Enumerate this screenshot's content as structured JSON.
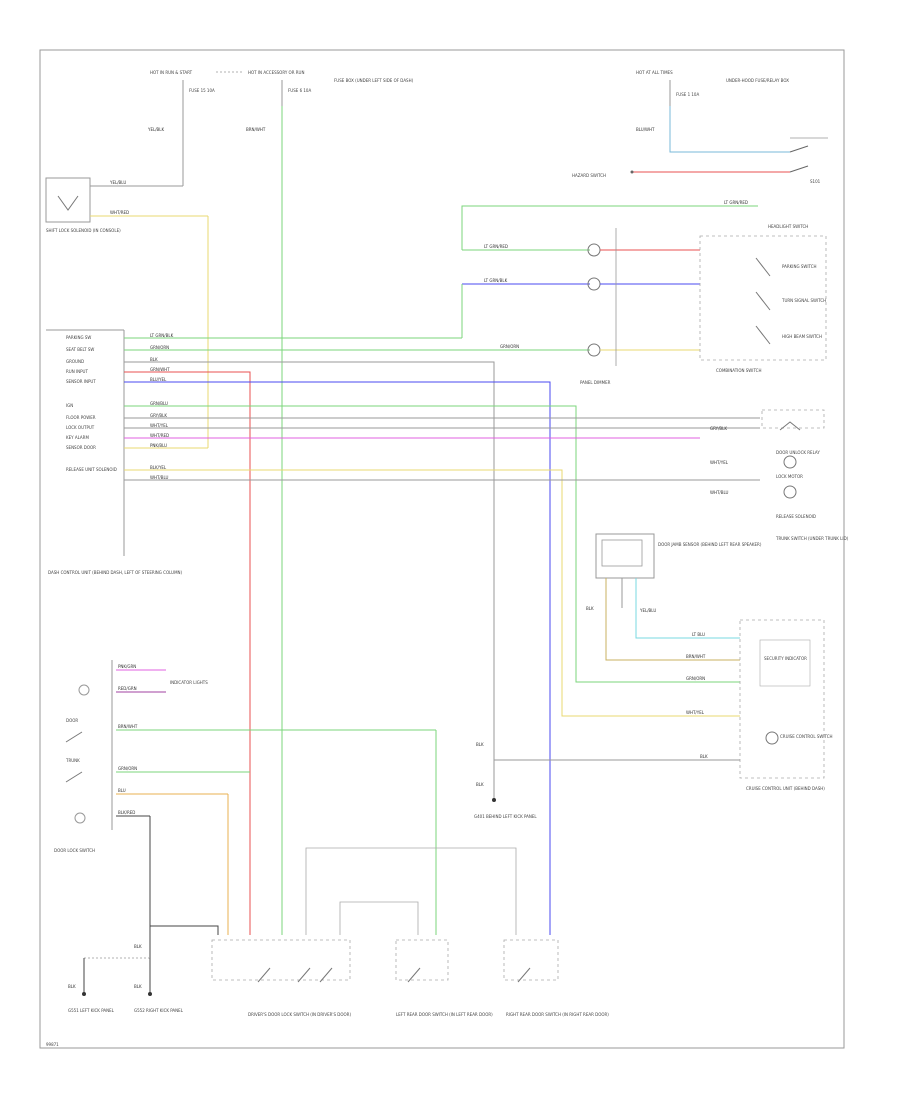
{
  "diagram": {
    "footer_ref": "99871",
    "fuse_block": {
      "hot_run_start": "HOT IN RUN & START",
      "hot_accessory_run": "HOT IN ACCESSORY OR RUN",
      "fuse_a": "FUSE 15 10A",
      "fuse_b": "FUSE 6 10A",
      "fuse_box_label": "FUSE BOX (UNDER LEFT SIDE OF DASH)",
      "wire_a": "YEL/BLK",
      "wire_b": "BRN/WHT"
    },
    "top_right": {
      "hot_at_all_times": "HOT AT ALL TIMES",
      "fuse": "FUSE 1 10A",
      "under_hood_box": "UNDER-HOOD FUSE/RELAY BOX",
      "wire": "BLU/WHT",
      "hazard_switch": "HAZARD SWITCH",
      "s_label": "S101"
    },
    "interlock": {
      "label": "SHIFT LOCK SOLENOID (IN CONSOLE)",
      "wire_top": "YEL/BLU",
      "wire_bot": "WHT/RED"
    },
    "combo_switch": {
      "title": "COMBINATION SWITCH",
      "items": [
        "PARKING SWITCH",
        "TURN SIGNAL SWITCH",
        "HIGH BEAM SWITCH"
      ],
      "wires": [
        "LT GRN/RED",
        "LT GRN/BLK",
        "GRN/ORN"
      ],
      "right_wire": "LT GRN/RED",
      "right_label": "HEADLIGHT SWITCH",
      "panel_label": "PANEL DIMMER"
    },
    "ecm": {
      "label": "DASH CONTROL UNIT (BEHIND DASH, LEFT OF STEERING COLUMN)",
      "rows": [
        {
          "label": "PARKING SW",
          "wire": "LT GRN/BLK"
        },
        {
          "label": "SEAT BELT SW",
          "wire": "GRN/ORN"
        },
        {
          "label": "GROUND",
          "wire": "BLK"
        },
        {
          "label": "RUN INPUT",
          "wire": "GRN/WHT"
        },
        {
          "label": "SENSOR INPUT",
          "wire": "BLU/YEL"
        },
        {
          "label": "IGN",
          "wire": "GRN/BLU"
        },
        {
          "label": "FLOOR POWER",
          "wire": "GRY/BLK"
        },
        {
          "label": "LOCK OUTPUT",
          "wire": "WHT/YEL"
        },
        {
          "label": "KEY ALARM",
          "wire": "WHT/RED"
        },
        {
          "label": "SENSOR DOOR",
          "wire": "PNK/BLU"
        },
        {
          "label": "RELEASE UNIT SOLENOID",
          "wire": "BLK/YEL"
        },
        {
          "label": "",
          "wire": "WHT/BLU"
        }
      ]
    },
    "right_side": {
      "door_unlock_label": "DOOR UNLOCK RELAY",
      "door_unlock_wire": "GRY/BLK",
      "trunk_wire": "WHT/YEL",
      "lock_motor_label": "LOCK MOTOR",
      "release_wire": "WHT/BLU",
      "release_label": "RELEASE SOLENOID",
      "trunk_switch_label": "TRUNK SWITCH (UNDER TRUNK LID)",
      "sensor_label": "DOOR JAMB SENSOR (BEHIND LEFT REAR SPEAKER)",
      "sensor_wires": [
        "YEL/BLU",
        "BRN/WHT",
        "BLK"
      ],
      "cruise_title": "CRUISE CONTROL SWITCH",
      "cruise_box_label": "CRUISE CONTROL UNIT (BEHIND DASH)",
      "cruise_wires": [
        "LT BLU",
        "BRN/WHT",
        "GRN/ORN",
        "WHT/YEL",
        "BLK"
      ],
      "cruise_inner": "SECURITY INDICATOR",
      "ground_label": "G401 BEHIND LEFT KICK PANEL",
      "blk_labels": [
        "BLK",
        "BLK"
      ]
    },
    "left_bottom": {
      "indicator_wires": [
        "PNK/GRN",
        "RED/GRN"
      ],
      "indicator_label": "INDICATOR LIGHTS",
      "wire_labels": [
        "BRN/WHT",
        "GRN/ORN",
        "BLU",
        "BLK/RED"
      ],
      "switch_labels": [
        "DOOR",
        "TRUNK"
      ],
      "bottom_label": "DOOR LOCK SWITCH",
      "blk_label": "BLK",
      "grounds": [
        {
          "wire": "BLK",
          "label": "G551 LEFT KICK PANEL"
        },
        {
          "wire": "BLK",
          "label": "G552 RIGHT KICK PANEL"
        }
      ]
    },
    "bottom_switches": [
      {
        "label": "DRIVER'S DOOR LOCK SWITCH (IN DRIVER'S DOOR)"
      },
      {
        "label": "LEFT REAR DOOR SWITCH (IN LEFT REAR DOOR)"
      },
      {
        "label": "RIGHT REAR DOOR SWITCH (IN RIGHT REAR DOOR)"
      }
    ],
    "colors": {
      "wire_green": "#7bd67b",
      "wire_ltgreen": "#9be09b",
      "wire_blue": "#4a4af0",
      "wire_red": "#e85050",
      "wire_magenta": "#e060e0",
      "wire_yellow": "#e8d870",
      "wire_orange": "#e8b050",
      "wire_gray": "#9a9a9a",
      "wire_cyan": "#7ad8e0",
      "wire_tan": "#c8b060",
      "wire_purple": "#a040a0",
      "wire_dark": "#444444"
    }
  }
}
